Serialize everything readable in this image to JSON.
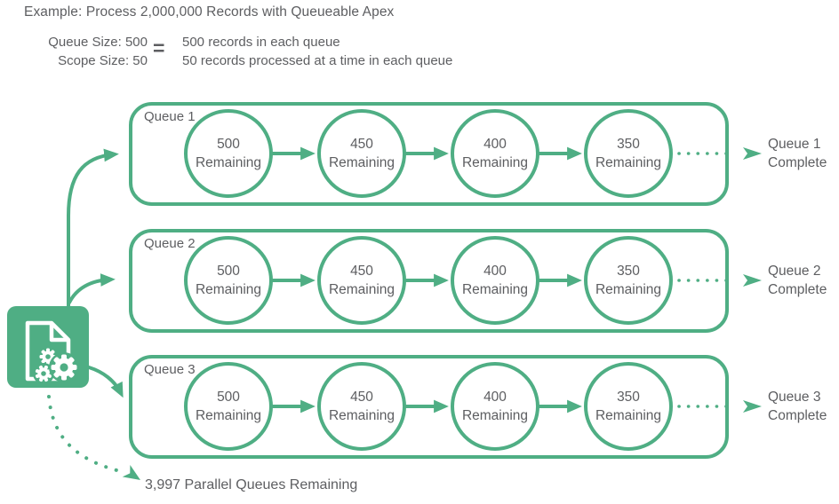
{
  "colors": {
    "accent_green": "#4fae84",
    "text_gray": "#5d5e61"
  },
  "header": {
    "title": "Example: Process 2,000,000 Records with Queueable Apex"
  },
  "legend": {
    "left_lines": [
      "Queue Size: 500",
      "Scope Size: 50"
    ],
    "equals": "=",
    "right_lines": [
      "500 records in each queue",
      "50 records processed at a time in each queue"
    ]
  },
  "icons": {
    "source": "document-gears-icon"
  },
  "queues": [
    {
      "label": "Queue 1",
      "steps": [
        {
          "value": "500",
          "unit": "Remaining"
        },
        {
          "value": "450",
          "unit": "Remaining"
        },
        {
          "value": "400",
          "unit": "Remaining"
        },
        {
          "value": "350",
          "unit": "Remaining"
        }
      ],
      "complete_line1": "Queue 1",
      "complete_line2": "Complete"
    },
    {
      "label": "Queue 2",
      "steps": [
        {
          "value": "500",
          "unit": "Remaining"
        },
        {
          "value": "450",
          "unit": "Remaining"
        },
        {
          "value": "400",
          "unit": "Remaining"
        },
        {
          "value": "350",
          "unit": "Remaining"
        }
      ],
      "complete_line1": "Queue 2",
      "complete_line2": "Complete"
    },
    {
      "label": "Queue 3",
      "steps": [
        {
          "value": "500",
          "unit": "Remaining"
        },
        {
          "value": "450",
          "unit": "Remaining"
        },
        {
          "value": "400",
          "unit": "Remaining"
        },
        {
          "value": "350",
          "unit": "Remaining"
        }
      ],
      "complete_line1": "Queue 3",
      "complete_line2": "Complete"
    }
  ],
  "footer": {
    "remaining_label": "3,997 Parallel Queues Remaining"
  }
}
